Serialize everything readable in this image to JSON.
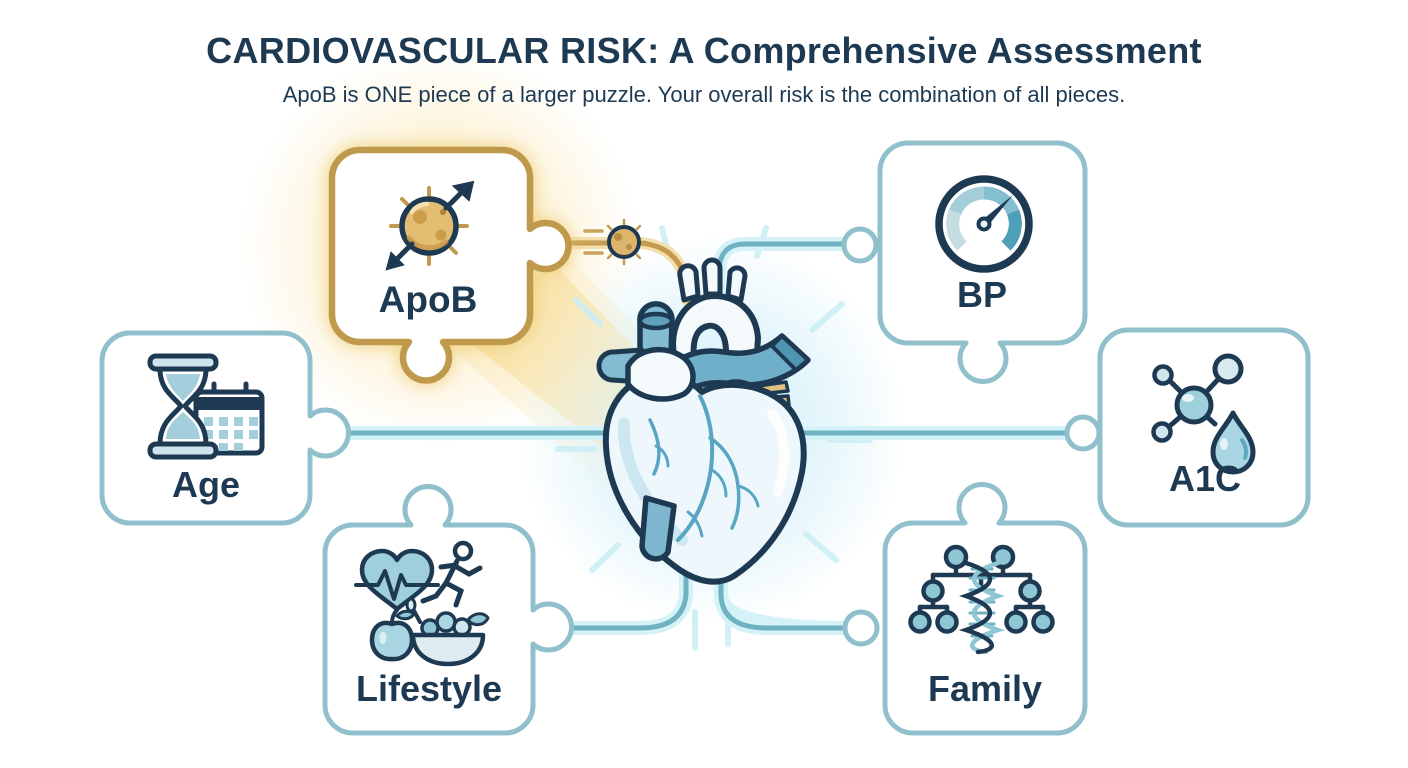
{
  "header": {
    "title": "CARDIOVASCULAR RISK: A Comprehensive Assessment",
    "subtitle": "ApoB is ONE piece of a larger puzzle. Your overall risk is the combination of all pieces."
  },
  "center": {
    "icon": "anatomical-heart-icon"
  },
  "pieces": [
    {
      "label": "ApoB",
      "icon": "lipoprotein-particle-icon",
      "highlighted": true
    },
    {
      "label": "BP",
      "icon": "blood-pressure-gauge-icon",
      "highlighted": false
    },
    {
      "label": "Age",
      "icon": "hourglass-calendar-icon",
      "highlighted": false
    },
    {
      "label": "A1C",
      "icon": "glucose-molecule-droplet-icon",
      "highlighted": false
    },
    {
      "label": "Lifestyle",
      "icon": "heart-ecg-runner-apple-salad-icon",
      "highlighted": false
    },
    {
      "label": "Family",
      "icon": "family-tree-dna-icon",
      "highlighted": false
    }
  ],
  "colors": {
    "text": "#1e3a53",
    "highlight_border": "#bf9a4d",
    "piece_border": "#8fc0cc",
    "connector": "#6fb3c2",
    "gold_connector": "#c49a4f",
    "heart_glow": "#cdeef8",
    "apob_glow": "#f6d98b"
  }
}
